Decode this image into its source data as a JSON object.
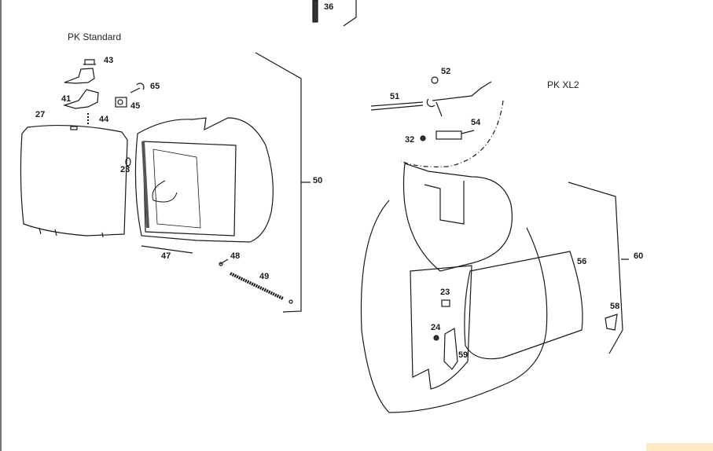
{
  "diagram": {
    "groups": [
      {
        "title": "PK Standard"
      },
      {
        "title": "PK XL2"
      }
    ],
    "part_labels": [
      "36",
      "43",
      "65",
      "41",
      "45",
      "44",
      "27",
      "23",
      "50",
      "47",
      "48",
      "49",
      "52",
      "51",
      "54",
      "32",
      "56",
      "60",
      "23",
      "24",
      "59",
      "58"
    ],
    "colors": {
      "line": "#1a1a1a",
      "corner_tab": "#fdebc8"
    }
  }
}
